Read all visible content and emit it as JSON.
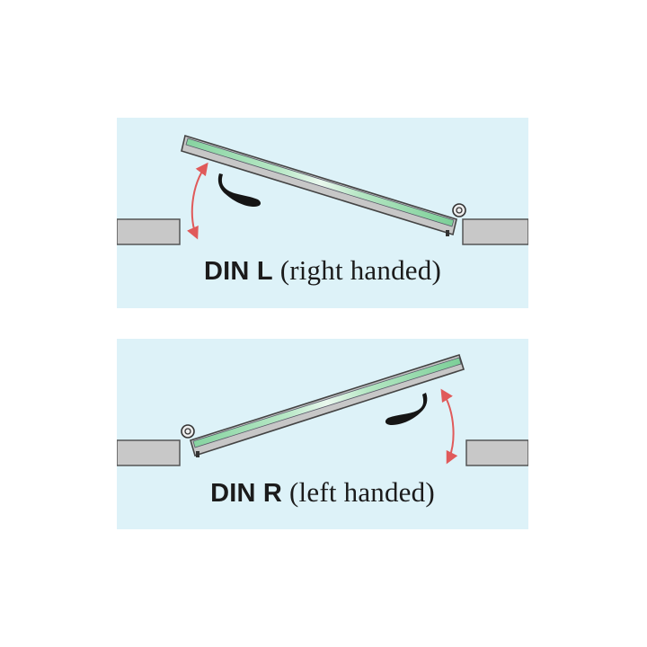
{
  "diagrams": [
    {
      "id": "din-l",
      "label_bold": "DIN L",
      "label_rest": "(right handed)",
      "hinge_side": "right",
      "handle_side": "left"
    },
    {
      "id": "din-r",
      "label_bold": "DIN R",
      "label_rest": "(left handed)",
      "hinge_side": "left",
      "handle_side": "right"
    }
  ],
  "colors": {
    "panel_background": "#ddf2f8",
    "frame_block": "#c8c8c8",
    "door_frame": "#c4c4c4",
    "glass_green": "#8ed6a6",
    "arrow_red": "#e05a5a",
    "outline": "#444444"
  }
}
